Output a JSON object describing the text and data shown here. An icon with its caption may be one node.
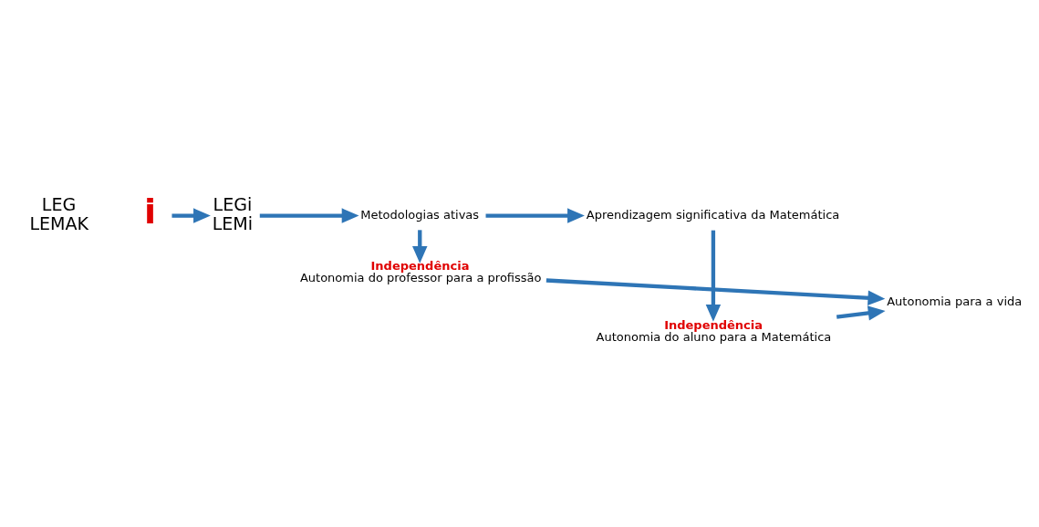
{
  "diagram": {
    "nodes": [
      {
        "text": [
          "i"
        ]
      },
      {
        "text": [
          "LEGi",
          "LEMi"
        ]
      },
      {
        "text": [
          "Metodologias ativas"
        ]
      },
      {
        "text": [
          "Aprendizagem significativa da Matemática"
        ]
      },
      {
        "text": [
          "Independência",
          "Autonomia do professor para a profissão"
        ]
      },
      {
        "text": [
          "Independência",
          "Autonomia do aluno para a Matemática"
        ]
      },
      {
        "text": [
          "Autonomia para a vida"
        ]
      }
    ],
    "edges": [
      {
        "from": 0,
        "to": 1,
        "arrow": "to"
      },
      {
        "from": 1,
        "to": 2,
        "arrow": "to"
      },
      {
        "from": 2,
        "to": 3,
        "arrow": "to"
      },
      {
        "from": 2,
        "to": 4,
        "arrow": "to"
      },
      {
        "from": 3,
        "to": 5,
        "arrow": "to"
      },
      {
        "from": 4,
        "to": 6,
        "arrow": "to"
      },
      {
        "from": 5,
        "to": 6,
        "arrow": "to"
      }
    ],
    "labels": [
      "LEG",
      "LEMAK"
    ]
  }
}
